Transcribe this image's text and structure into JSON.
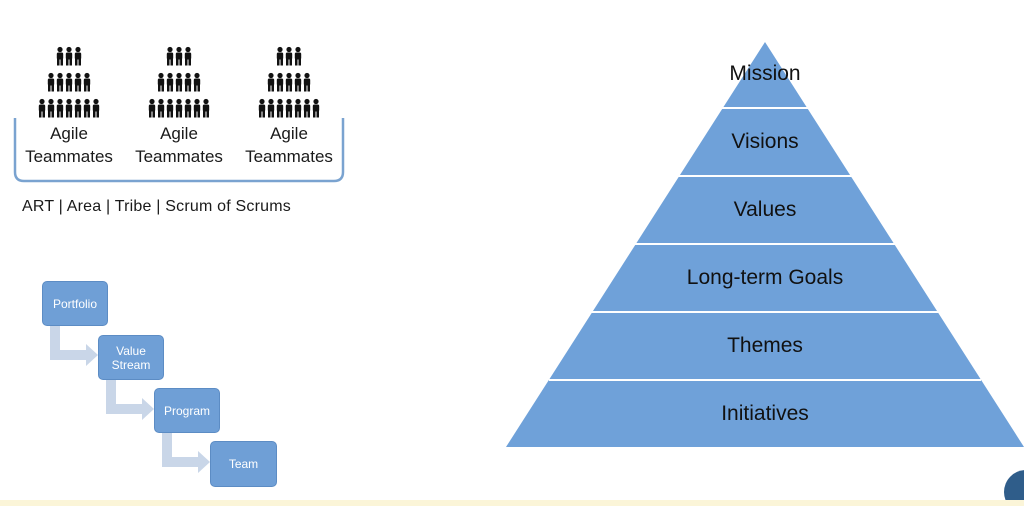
{
  "teams": [
    {
      "line1": "Agile",
      "line2": "Teammates"
    },
    {
      "line1": "Agile",
      "line2": "Teammates"
    },
    {
      "line1": "Agile",
      "line2": "Teammates"
    }
  ],
  "caption": "ART | Area | Tribe | Scrum of Scrums",
  "flow": {
    "boxes": [
      {
        "label": "Portfolio"
      },
      {
        "label": "Value Stream"
      },
      {
        "label": "Program"
      },
      {
        "label": "Team"
      }
    ]
  },
  "pyramid": {
    "levels": [
      "Mission",
      "Visions",
      "Values",
      "Long-term Goals",
      "Themes",
      "Initiatives"
    ],
    "fill": "#6fa1d9",
    "stroke": "#ffffff"
  },
  "colors": {
    "people": "#111111",
    "bracket": "#7aa3d0",
    "arrow": "#c9d6e8",
    "box": "#6f9fd6"
  }
}
